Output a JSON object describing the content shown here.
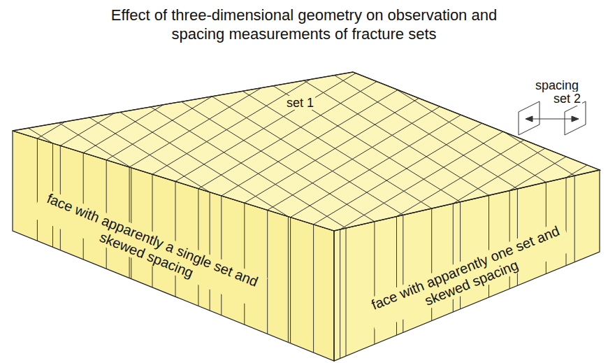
{
  "diagram": {
    "title": "Effect of three-dimensional geometry on observation and spacing measurements of fracture sets",
    "labels": [
      "set 1",
      "spacing",
      "set 2",
      "face with apparently a single set and skewed spacing",
      "face with apparently one set and skewed spacing"
    ]
  }
}
